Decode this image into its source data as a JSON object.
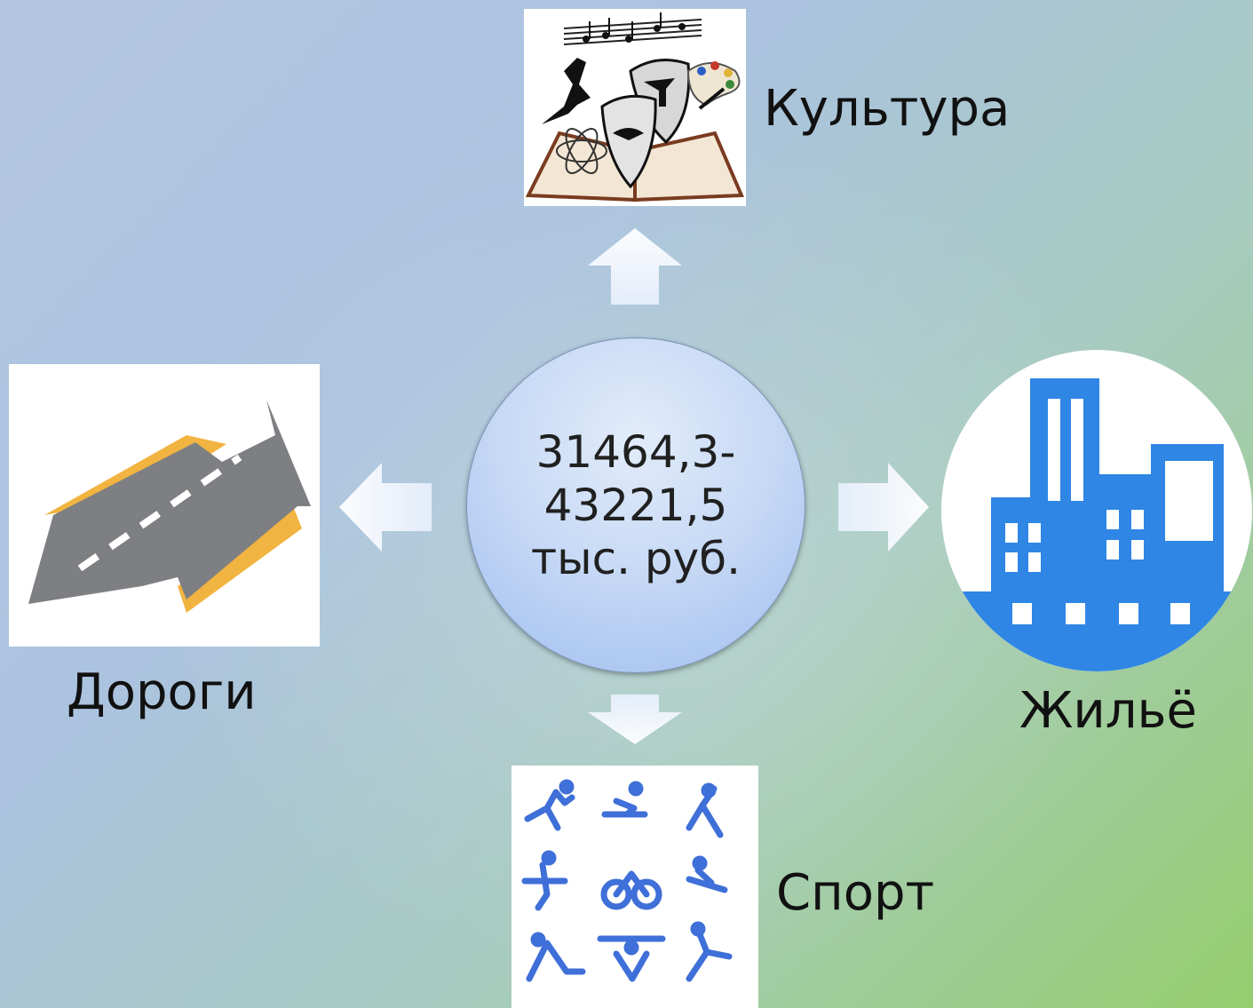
{
  "center": {
    "lines": [
      "31464,3-",
      "43221,5",
      "тыс. руб."
    ]
  },
  "branches": {
    "culture": {
      "label": "Культура",
      "icon": "culture-arts-icon"
    },
    "roads": {
      "label": "Дороги",
      "icon": "road-arrow-icon"
    },
    "housing": {
      "label": "Жильё",
      "icon": "city-buildings-icon"
    },
    "sport": {
      "label": "Спорт",
      "icon": "sports-pictograms-icon"
    }
  },
  "colors": {
    "background_start": "#b3c6e1",
    "background_end": "#96cd6e",
    "arrow": "#f3f7fd",
    "building_blue": "#2f86e4",
    "sport_blue": "#3f6fd8",
    "road_grey": "#7e7f82",
    "road_orange": "#f2b441"
  }
}
